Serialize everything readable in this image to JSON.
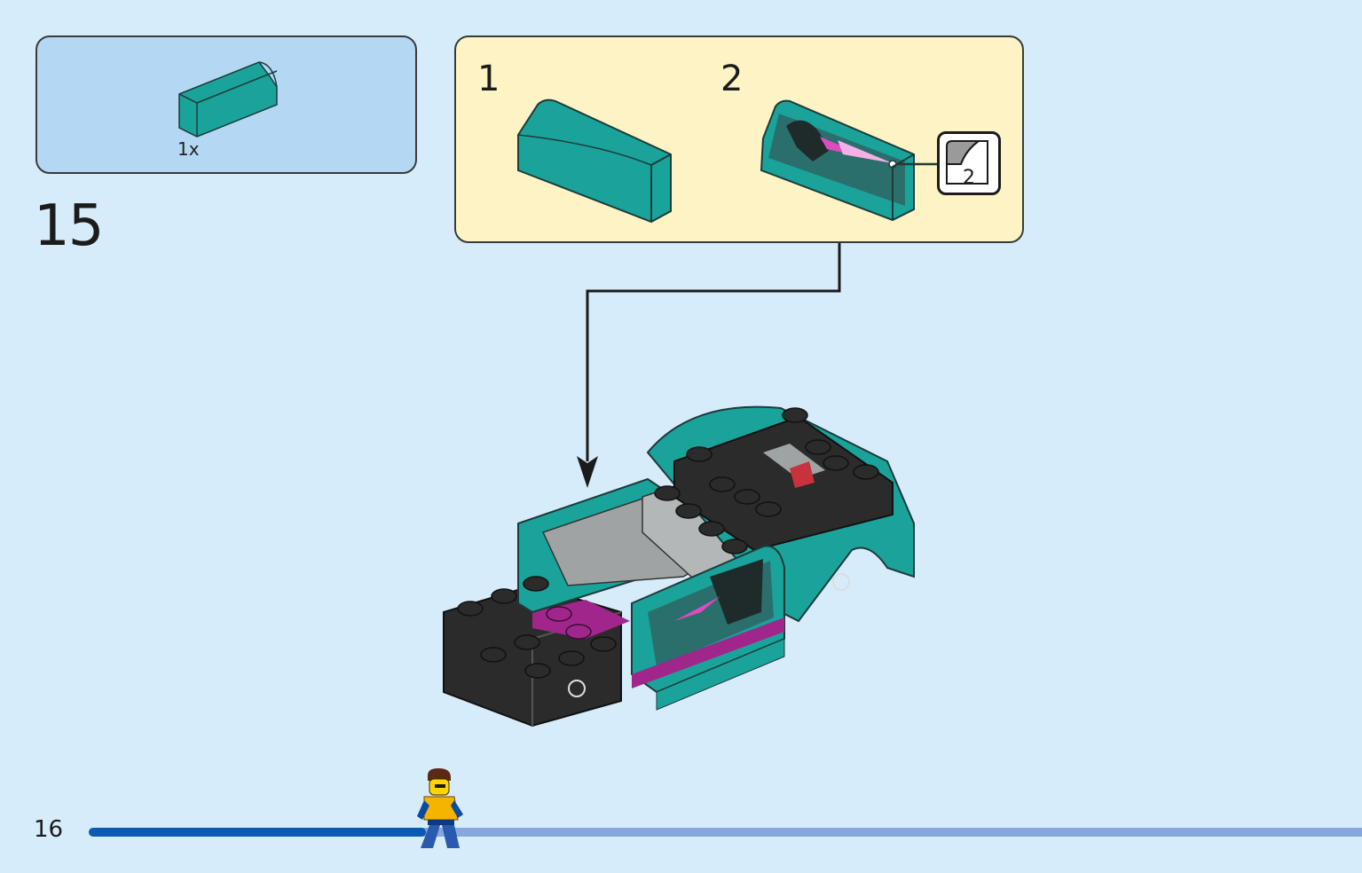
{
  "parts_list": {
    "items": [
      {
        "icon": "teal-curved-brick-icon",
        "quantity": "1x"
      }
    ]
  },
  "step": {
    "number": "15"
  },
  "callout": {
    "sub_steps": [
      {
        "label": "1"
      },
      {
        "label": "2",
        "sticker": "2"
      }
    ]
  },
  "footer": {
    "page_number": "16",
    "progress": 0.265
  },
  "colors": {
    "background": "#d7ecfb",
    "parts_box": "#b4d8f4",
    "callout_box": "#fdf3c5",
    "teal": "#1aa39a",
    "brick_black": "#2b2b2b",
    "magenta": "#a0268c",
    "progress_fill": "#0a5ab4",
    "progress_track": "#86a8dc"
  }
}
